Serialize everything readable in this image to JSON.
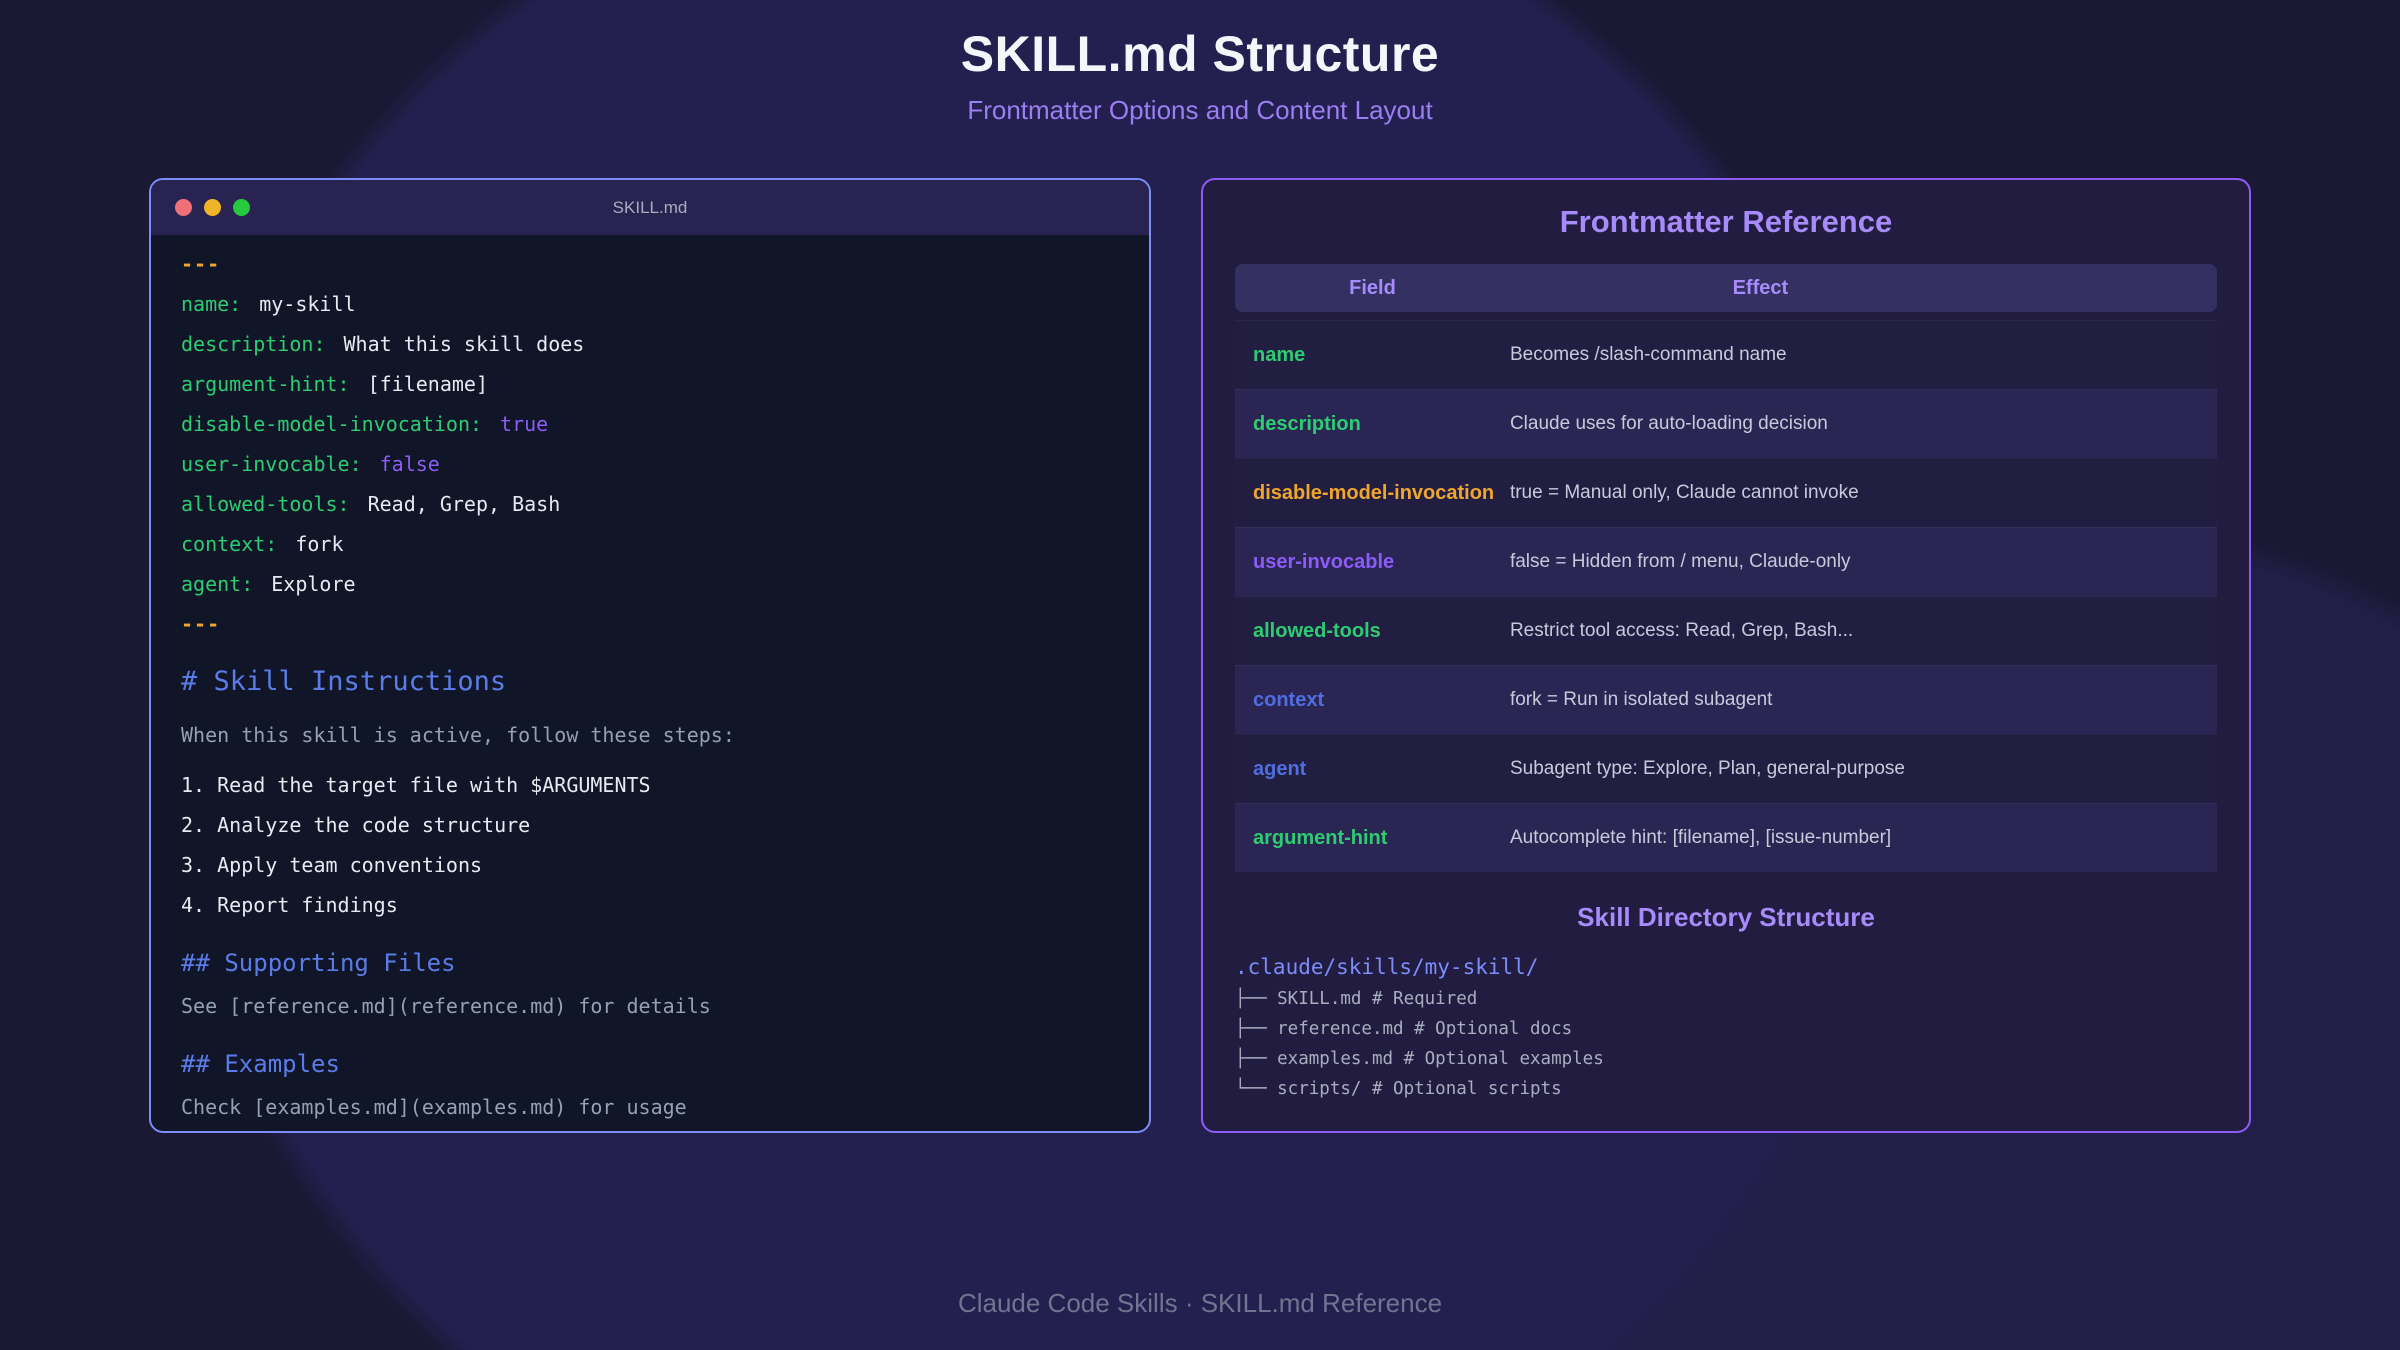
{
  "header": {
    "title": "SKILL.md Structure",
    "subtitle": "Frontmatter Options and Content Layout"
  },
  "editor": {
    "filename": "SKILL.md",
    "window_controls": [
      "close",
      "minimize",
      "zoom"
    ],
    "lines": [
      {
        "cls": "delim",
        "parts": [
          [
            "delim",
            "---"
          ]
        ]
      },
      {
        "cls": "yaml",
        "parts": [
          [
            "key",
            "name:"
          ],
          [
            "plain",
            "my-skill"
          ]
        ]
      },
      {
        "cls": "yaml",
        "parts": [
          [
            "key",
            "description:"
          ],
          [
            "plain",
            "What this skill does"
          ]
        ]
      },
      {
        "cls": "yaml",
        "parts": [
          [
            "key",
            "argument-hint:"
          ],
          [
            "plain",
            "[filename]"
          ]
        ]
      },
      {
        "cls": "yaml",
        "parts": [
          [
            "key",
            "disable-model-invocation:"
          ],
          [
            "bool",
            "true"
          ]
        ]
      },
      {
        "cls": "yaml",
        "parts": [
          [
            "key",
            "user-invocable:"
          ],
          [
            "bool",
            "false"
          ]
        ]
      },
      {
        "cls": "yaml",
        "parts": [
          [
            "key",
            "allowed-tools:"
          ],
          [
            "plain",
            "Read, Grep, Bash"
          ]
        ]
      },
      {
        "cls": "yaml",
        "parts": [
          [
            "key",
            "context:"
          ],
          [
            "plain",
            "fork"
          ]
        ]
      },
      {
        "cls": "yaml",
        "parts": [
          [
            "key",
            "agent:"
          ],
          [
            "plain",
            "Explore"
          ]
        ]
      },
      {
        "cls": "delim",
        "parts": [
          [
            "delim",
            "---"
          ]
        ]
      },
      {
        "cls": "h1",
        "parts": [
          [
            "h",
            "# Skill Instructions"
          ]
        ]
      },
      {
        "cls": "para",
        "parts": [
          [
            "muted",
            "When this skill is active, follow these steps:"
          ]
        ]
      },
      {
        "cls": "list-first",
        "parts": [
          [
            "plain",
            "1. Read the target file with $ARGUMENTS"
          ]
        ]
      },
      {
        "cls": "list",
        "parts": [
          [
            "plain",
            "2. Analyze the code structure"
          ]
        ]
      },
      {
        "cls": "list",
        "parts": [
          [
            "plain",
            "3. Apply team conventions"
          ]
        ]
      },
      {
        "cls": "list",
        "parts": [
          [
            "plain",
            "4. Report findings"
          ]
        ]
      },
      {
        "cls": "h2",
        "parts": [
          [
            "h",
            "## Supporting Files"
          ]
        ]
      },
      {
        "cls": "para",
        "parts": [
          [
            "muted",
            "See [reference.md](reference.md) for details"
          ]
        ]
      },
      {
        "cls": "h2",
        "parts": [
          [
            "h",
            "## Examples"
          ]
        ]
      },
      {
        "cls": "para",
        "parts": [
          [
            "muted",
            "Check [examples.md](examples.md) for usage"
          ]
        ]
      }
    ]
  },
  "reference": {
    "title": "Frontmatter Reference",
    "table": {
      "columns": [
        "Field",
        "Effect"
      ],
      "rows": [
        {
          "field": "name",
          "color": "green",
          "effect": "Becomes /slash-command name"
        },
        {
          "field": "description",
          "color": "green",
          "effect": "Claude uses for auto-loading decision"
        },
        {
          "field": "disable-model-invocation",
          "color": "orange",
          "effect": "true = Manual only, Claude cannot invoke"
        },
        {
          "field": "user-invocable",
          "color": "purple",
          "effect": "false = Hidden from / menu, Claude-only"
        },
        {
          "field": "allowed-tools",
          "color": "green",
          "effect": "Restrict tool access: Read, Grep, Bash..."
        },
        {
          "field": "context",
          "color": "blue",
          "effect": "fork = Run in isolated subagent"
        },
        {
          "field": "agent",
          "color": "blue",
          "effect": "Subagent type: Explore, Plan, general-purpose"
        },
        {
          "field": "argument-hint",
          "color": "green",
          "effect": "Autocomplete hint: [filename], [issue-number]"
        }
      ]
    },
    "directory": {
      "title": "Skill Directory Structure",
      "root": ".claude/skills/my-skill/",
      "entries": [
        "├── SKILL.md # Required",
        "├── reference.md # Optional docs",
        "├── examples.md # Optional examples",
        "└── scripts/ # Optional scripts"
      ]
    }
  },
  "footer": {
    "text": "Claude Code Skills · SKILL.md Reference"
  },
  "colors": {
    "page_background": "#1b1834",
    "background_circle": "#232050",
    "editor_border": "#7c8cf8",
    "editor_titlebar": "#282350",
    "editor_background": "#101627",
    "reference_border": "#8b5cf6",
    "reference_background": "#221d40",
    "table_header_background": "#343061",
    "row_dark": "#221e41",
    "row_light": "#2a2553",
    "accent_purple": "#a78bfa",
    "accent_green": "#2ecc71",
    "accent_orange": "#f0a52c",
    "accent_blue": "#4f6ee0",
    "heading_blue": "#5b7ce8",
    "value_purple": "#8b5cf6",
    "traffic_red": "#f0707a",
    "traffic_yellow": "#f0b429",
    "traffic_green": "#27c93f"
  }
}
